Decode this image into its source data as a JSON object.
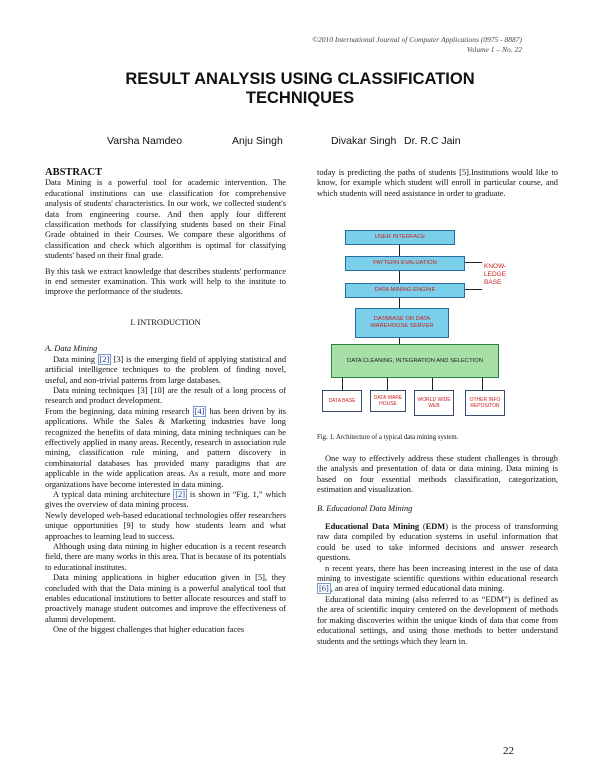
{
  "header": {
    "journal": "©2010 International Journal of Computer Applications (0975 - 8887)",
    "volume": "Volume 1 – No. 22"
  },
  "title": {
    "line1": "RESULT ANALYSIS USING CLASSIFICATION",
    "line2": "TECHNIQUES"
  },
  "authors": [
    "Varsha Namdeo",
    "Anju Singh",
    "Divakar Singh",
    "Dr. R.C Jain"
  ],
  "abstract": {
    "heading": "ABSTRACT",
    "p1": "Data Mining is a powerful tool for academic intervention. The educational institutions can use classification for comprehensive analysis of students' characteristics. In our work, we collected student's data from engineering course. And then apply four different classification methods for classifying students based on their Final Grade obtained in their Courses. We compare these algorithms of classification and check which algorithm is optimal for classifying students' based on their final grade.",
    "p2": "By this task we extract knowledge that describes students' performance in end semester examination. This work will help to the institute to improve the performance of the students."
  },
  "intro": {
    "heading": "I. INTRODUCTION",
    "subA": "A. Data Mining",
    "a1_pre": "Data mining",
    "a1_c1": "[2]",
    "a1_post": " [3] is the emerging field of applying statistical and artificial intelligence techniques to the problem of finding novel, useful, and non-trivial patterns from large databases.",
    "a2": "Data mining techniques [3] [10] are the result of a long process of research and product development.",
    "a3_pre": "From the beginning, data mining research ",
    "a3_c": "[4]",
    "a3_post": " has been driven by its applications. While the Sales & Marketing industries have long recognized the benefits of data mining, data mining techniques can be effectively applied in many areas. Recently, research in association rule mining, classification rule mining, and pattern discovery in combinatorial databases has provided many paradigms that are applicable in the wide application areas. As a result, more and more organizations have become interested in data mining.",
    "a4_pre": "A typical data mining architecture ",
    "a4_c": "[2]",
    "a4_post": " is shown in “Fig. 1,” which gives the overview of data mining process.",
    "a5": "Newly developed web-based educational technologies offer researchers unique opportunities [9] to study how students learn and what approaches to learning lead to success.",
    "a6": "Although using data mining in higher education is a recent research field, there are many works in this area. That is because of its potentials to educational institutes.",
    "a7": "Data mining applications in higher education given in [5], they concluded with that the Data mining is a powerful analytical tool that enables educational institutions to better allocate resources and staff to proactively manage student outcomes and improve the effectiveness of alumni development.",
    "a8": "One of the biggest challenges that higher education faces"
  },
  "right": {
    "r1": "today is predicting the paths of students [5].Institutions would like to know, for example which student will enroll in particular course, and which students will need assistance in order to graduate.",
    "figure": {
      "user_interface": "USER INTERFACE",
      "pattern_eval": "PATTERN EVALUATION",
      "engine": "DATA MINING ENGINE",
      "knowledge": "KNOW-LEDGE BASE",
      "db_server": "DATABASE OR DATA WAREHOUSE SERVER",
      "cleaning": "DATA CLEANING, INTEGRATION AND SELECTION",
      "sources": [
        "DATA BASE",
        "DATA WARE HOUSE",
        "WORLD WIDE WEB",
        "OTHER INFO REPOSITOR"
      ],
      "caption": "Fig. 1. Architecture of a typical data mining system."
    },
    "r2": "One way to effectively address these student challenges is through the analysis and presentation of data or data mining. Data mining is based on four essential methods classification, categorization, estimation and visualization.",
    "subB": "B.  Educational Data Mining",
    "b1_bold": "Educational Data Mining",
    "b1_mid": " (",
    "b1_edm": "EDM",
    "b1_post": ") is the process of transforming raw data compiled by education systems in useful information that could be used to take informed decisions and answer research questions.",
    "b2_pre": "n recent years, there has been increasing interest in the use of data mining to investigate scientific questions within educational research ",
    "b2_c": "[6]",
    "b2_post": ", an area of inquiry termed educational data mining.",
    "b3": "Educational data mining (also referred to as “EDM”) is defined as the area of scientific inquiry centered on the development of methods for making discoveries within the unique kinds of data that come from educational settings, and using those methods to better understand students and the settings which they learn in."
  },
  "page_number": "22"
}
